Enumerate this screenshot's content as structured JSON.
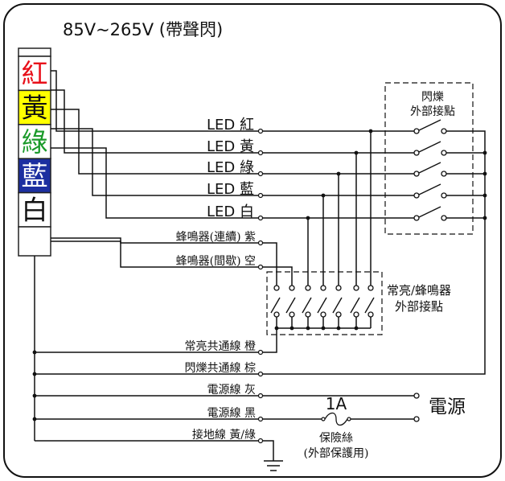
{
  "title": "85V~265V (帶聲閃)",
  "tower": {
    "segments": [
      {
        "label": "紅",
        "bg": "#ffffff",
        "fg": "#e8101a"
      },
      {
        "label": "黃",
        "bg": "#ffff00",
        "fg": "#111111"
      },
      {
        "label": "綠",
        "bg": "#ffffff",
        "fg": "#1a9a2a"
      },
      {
        "label": "藍",
        "bg": "#1c2fa0",
        "fg": "#ffffff"
      },
      {
        "label": "白",
        "bg": "#ffffff",
        "fg": "#111111"
      }
    ]
  },
  "wires": {
    "led_red": "LED 紅",
    "led_yellow": "LED 黃",
    "led_green": "LED 綠",
    "led_blue": "LED 藍",
    "led_white": "LED 白",
    "buzzer_continuous": "蜂鳴器(連續) 紫",
    "buzzer_intermittent": "蜂鳴器(間歇) 空",
    "steady_common": "常亮共通線 橙",
    "flash_common": "閃爍共通線 棕",
    "power_gray": "電源線 灰",
    "power_black": "電源線 黑",
    "ground": "接地線 黃/綠"
  },
  "boxes": {
    "flash_external": [
      "閃爍",
      "外部接點"
    ],
    "steady_external": [
      "常亮/蜂鳴器",
      "外部接點"
    ]
  },
  "power_source": "電源",
  "fuse": {
    "rating": "1A",
    "label": "保險絲",
    "note": "(外部保護用)"
  },
  "colors": {
    "line": "#111111",
    "tower_border": "#222222"
  }
}
